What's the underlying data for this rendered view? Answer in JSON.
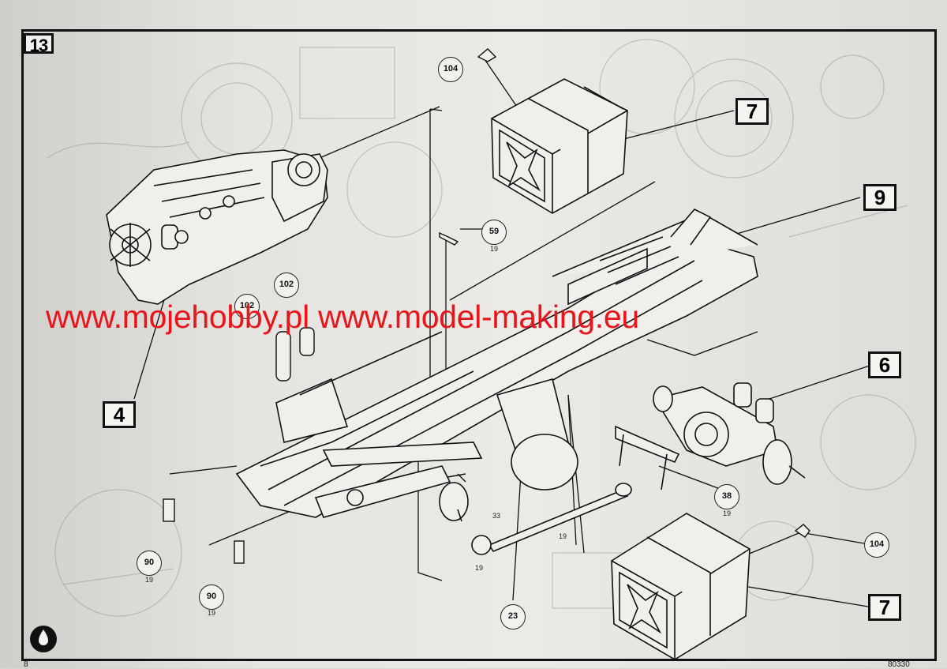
{
  "step": {
    "number": "13"
  },
  "watermark": {
    "text": "www.mojehobby.pl www.model-making.eu",
    "color": "#e8151b"
  },
  "assembly_refs": [
    {
      "id": "ref-7-top",
      "label": "7"
    },
    {
      "id": "ref-9",
      "label": "9"
    },
    {
      "id": "ref-6",
      "label": "6"
    },
    {
      "id": "ref-4",
      "label": "4"
    },
    {
      "id": "ref-7-bottom",
      "label": "7"
    }
  ],
  "part_numbers": [
    {
      "id": "p104-top",
      "label": "104",
      "sprue": ""
    },
    {
      "id": "p59",
      "label": "59",
      "sprue": "19"
    },
    {
      "id": "p102-a",
      "label": "102",
      "sprue": ""
    },
    {
      "id": "p102-b",
      "label": "102",
      "sprue": ""
    },
    {
      "id": "p38",
      "label": "38",
      "sprue": "19"
    },
    {
      "id": "p104-bottom",
      "label": "104",
      "sprue": ""
    },
    {
      "id": "p90-a",
      "label": "90",
      "sprue": "19"
    },
    {
      "id": "p90-b",
      "label": "90",
      "sprue": "19"
    },
    {
      "id": "p23",
      "label": "23",
      "sprue": ""
    }
  ],
  "small_labels": {
    "n33": "33",
    "n19a": "19",
    "n19b": "19"
  },
  "footer": {
    "page": "8",
    "code": "80330"
  },
  "colors": {
    "ink": "#111111",
    "paper": "#ecebe7"
  }
}
